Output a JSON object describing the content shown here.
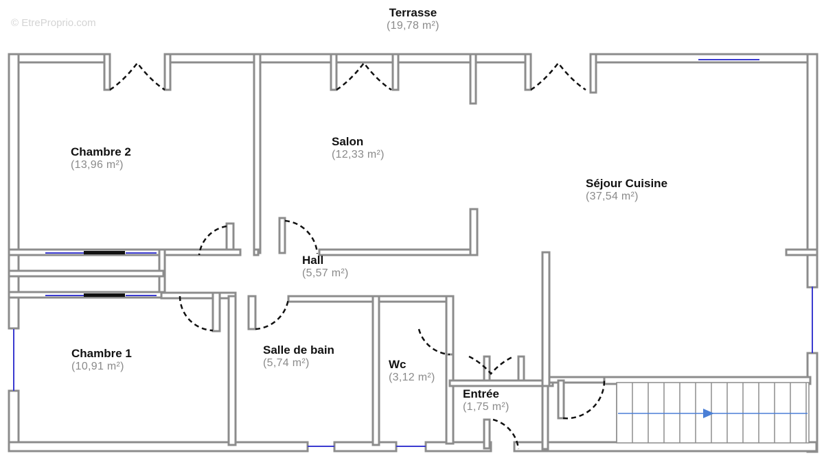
{
  "watermark": "© EtreProprio.com",
  "colors": {
    "wall": "#8c8c8c",
    "window": "#3a3ad0",
    "door": "#111111",
    "arrow": "#4a7fd6"
  },
  "rooms": {
    "terrasse": {
      "name": "Terrasse",
      "area": "(19,78 m²)"
    },
    "chambre2": {
      "name": "Chambre 2",
      "area": "(13,96 m²)"
    },
    "salon": {
      "name": "Salon",
      "area": "(12,33 m²)"
    },
    "sejour": {
      "name": "Séjour Cuisine",
      "area": "(37,54 m²)"
    },
    "hall": {
      "name": "Hall",
      "area": "(5,57 m²)"
    },
    "chambre1": {
      "name": "Chambre 1",
      "area": "(10,91 m²)"
    },
    "sdb": {
      "name": "Salle de bain",
      "area": "(5,74 m²)"
    },
    "wc": {
      "name": "Wc",
      "area": "(3,12 m²)"
    },
    "entree": {
      "name": "Entrée",
      "area": "(1,75 m²)"
    }
  }
}
